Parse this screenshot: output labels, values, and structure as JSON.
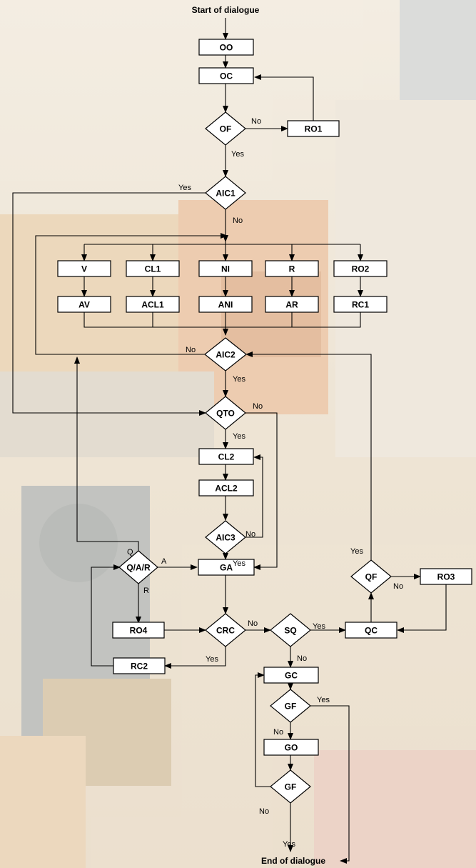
{
  "diagram": {
    "start_label": "Start of dialogue",
    "end_label": "End of dialogue",
    "nodes": {
      "oo": "OO",
      "oc": "OC",
      "of": "OF",
      "ro1": "RO1",
      "aic1": "AIC1",
      "v": "V",
      "cl1": "CL1",
      "ni": "NI",
      "r": "R",
      "ro2": "RO2",
      "av": "AV",
      "acl1": "ACL1",
      "ani": "ANI",
      "ar": "AR",
      "rc1": "RC1",
      "aic2": "AIC2",
      "qto": "QTO",
      "cl2": "CL2",
      "acl2": "ACL2",
      "aic3": "AIC3",
      "qar": "Q/A/R",
      "ga": "GA",
      "qf": "QF",
      "ro3": "RO3",
      "ro4": "RO4",
      "crc": "CRC",
      "sq": "SQ",
      "qc": "QC",
      "rc2": "RC2",
      "gc": "GC",
      "gf1": "GF",
      "go": "GO",
      "gf2": "GF"
    },
    "edge_labels": {
      "of_no": "No",
      "of_yes": "Yes",
      "aic1_yes": "Yes",
      "aic1_no": "No",
      "aic2_no": "No",
      "aic2_yes": "Yes",
      "qto_no": "No",
      "qto_yes": "Yes",
      "aic3_no": "No",
      "aic3_yes": "Yes",
      "qar_q": "Q",
      "qar_a": "A",
      "qar_r": "R",
      "qf_yes": "Yes",
      "qf_no": "No",
      "crc_no": "No",
      "crc_yes": "Yes",
      "sq_yes": "Yes",
      "sq_no": "No",
      "gf1_yes": "Yes",
      "gf1_no": "No",
      "gf2_no": "No",
      "gf2_yes": "Yes"
    }
  }
}
